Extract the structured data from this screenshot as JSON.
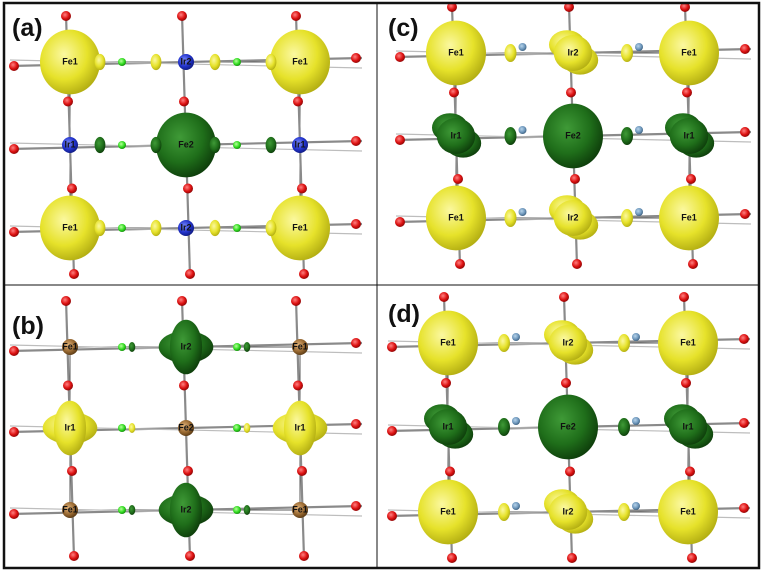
{
  "panels": [
    {
      "label": "(a)",
      "atoms": [
        {
          "name": "Fe1",
          "kind": "lobe",
          "color": "yellow"
        },
        {
          "name": "Ir2",
          "kind": "ion",
          "color": "blue"
        },
        {
          "name": "Fe1",
          "kind": "lobe",
          "color": "yellow"
        },
        {
          "name": "Ir1",
          "kind": "ion",
          "color": "blue"
        },
        {
          "name": "Fe2",
          "kind": "lobe",
          "color": "green"
        },
        {
          "name": "Ir1",
          "kind": "ion",
          "color": "blue"
        },
        {
          "name": "Fe1",
          "kind": "lobe",
          "color": "yellow"
        },
        {
          "name": "Ir2",
          "kind": "ion",
          "color": "blue"
        },
        {
          "name": "Fe1",
          "kind": "lobe",
          "color": "yellow"
        }
      ]
    },
    {
      "label": "(b)",
      "atoms": [
        {
          "name": "Fe1",
          "kind": "ion",
          "color": "brown"
        },
        {
          "name": "Ir2",
          "kind": "lobe",
          "color": "green"
        },
        {
          "name": "Fe1",
          "kind": "ion",
          "color": "brown"
        },
        {
          "name": "Ir1",
          "kind": "lobe",
          "color": "yellow"
        },
        {
          "name": "Fe2",
          "kind": "ion",
          "color": "brown"
        },
        {
          "name": "Ir1",
          "kind": "lobe",
          "color": "yellow"
        },
        {
          "name": "Fe1",
          "kind": "ion",
          "color": "brown"
        },
        {
          "name": "Ir2",
          "kind": "lobe",
          "color": "green"
        },
        {
          "name": "Fe1",
          "kind": "ion",
          "color": "brown"
        }
      ]
    },
    {
      "label": "(c)",
      "atoms": [
        {
          "name": "Fe1",
          "kind": "lobe",
          "color": "yellow"
        },
        {
          "name": "Ir2",
          "kind": "lobe",
          "color": "yellow"
        },
        {
          "name": "Fe1",
          "kind": "lobe",
          "color": "yellow"
        },
        {
          "name": "Ir1",
          "kind": "lobe",
          "color": "green"
        },
        {
          "name": "Fe2",
          "kind": "lobe",
          "color": "green"
        },
        {
          "name": "Ir1",
          "kind": "lobe",
          "color": "green"
        },
        {
          "name": "Fe1",
          "kind": "lobe",
          "color": "yellow"
        },
        {
          "name": "Ir2",
          "kind": "lobe",
          "color": "yellow"
        },
        {
          "name": "Fe1",
          "kind": "lobe",
          "color": "yellow"
        }
      ]
    },
    {
      "label": "(d)",
      "atoms": [
        {
          "name": "Fe1",
          "kind": "lobe",
          "color": "yellow"
        },
        {
          "name": "Ir2",
          "kind": "lobe",
          "color": "yellow"
        },
        {
          "name": "Fe1",
          "kind": "lobe",
          "color": "yellow"
        },
        {
          "name": "Ir1",
          "kind": "lobe",
          "color": "green"
        },
        {
          "name": "Fe2",
          "kind": "lobe",
          "color": "green"
        },
        {
          "name": "Ir1",
          "kind": "lobe",
          "color": "green"
        },
        {
          "name": "Fe1",
          "kind": "lobe",
          "color": "yellow"
        },
        {
          "name": "Ir2",
          "kind": "lobe",
          "color": "yellow"
        },
        {
          "name": "Fe1",
          "kind": "lobe",
          "color": "yellow"
        }
      ]
    }
  ],
  "colors": {
    "yellow": "#e8e32a",
    "yellow_dark": "#a8a410",
    "green": "#1f6e1a",
    "green_dark": "#0d3d0a",
    "blue": "#2233cc",
    "brown": "#9a6a32",
    "oxygen": "#dd1111",
    "bond": "#8a8a8a",
    "frame": "#111111"
  }
}
